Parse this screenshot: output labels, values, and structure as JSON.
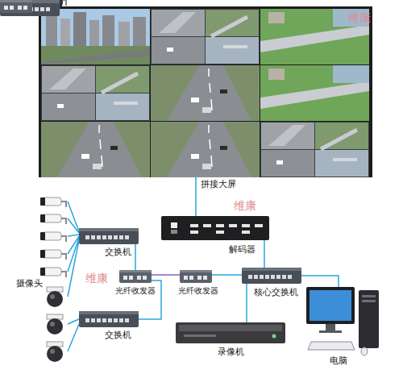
{
  "diagram": {
    "nodes": [
      {
        "text": [
          "拼接大屏"
        ]
      },
      {
        "text": [
          "解码器"
        ]
      },
      {
        "text": [
          "摄像头"
        ]
      },
      {
        "text": [
          "交换机"
        ]
      },
      {
        "text": [
          "光纤收发器"
        ]
      },
      {
        "text": [
          "光纤收发器"
        ]
      },
      {
        "text": [
          "核心交换机"
        ]
      },
      {
        "text": [
          "交换机"
        ]
      },
      {
        "text": [
          "录像机"
        ]
      },
      {
        "text": [
          "电脑"
        ]
      }
    ],
    "edges": [
      {
        "from": 1,
        "to": 0,
        "arrow": "none"
      },
      {
        "from": 6,
        "to": 1,
        "arrow": "none"
      },
      {
        "from": 2,
        "to": 3,
        "arrow": "none"
      },
      {
        "from": 2,
        "to": 7,
        "arrow": "none"
      },
      {
        "from": 3,
        "to": 4,
        "arrow": "none"
      },
      {
        "from": 7,
        "to": 4,
        "arrow": "none"
      },
      {
        "from": 4,
        "to": 5,
        "arrow": "none"
      },
      {
        "from": 5,
        "to": 6,
        "arrow": "none"
      },
      {
        "from": 6,
        "to": 8,
        "arrow": "none"
      },
      {
        "from": 6,
        "to": 9,
        "arrow": "none"
      }
    ],
    "labels": [
      "维康",
      "维康",
      "维康"
    ]
  }
}
